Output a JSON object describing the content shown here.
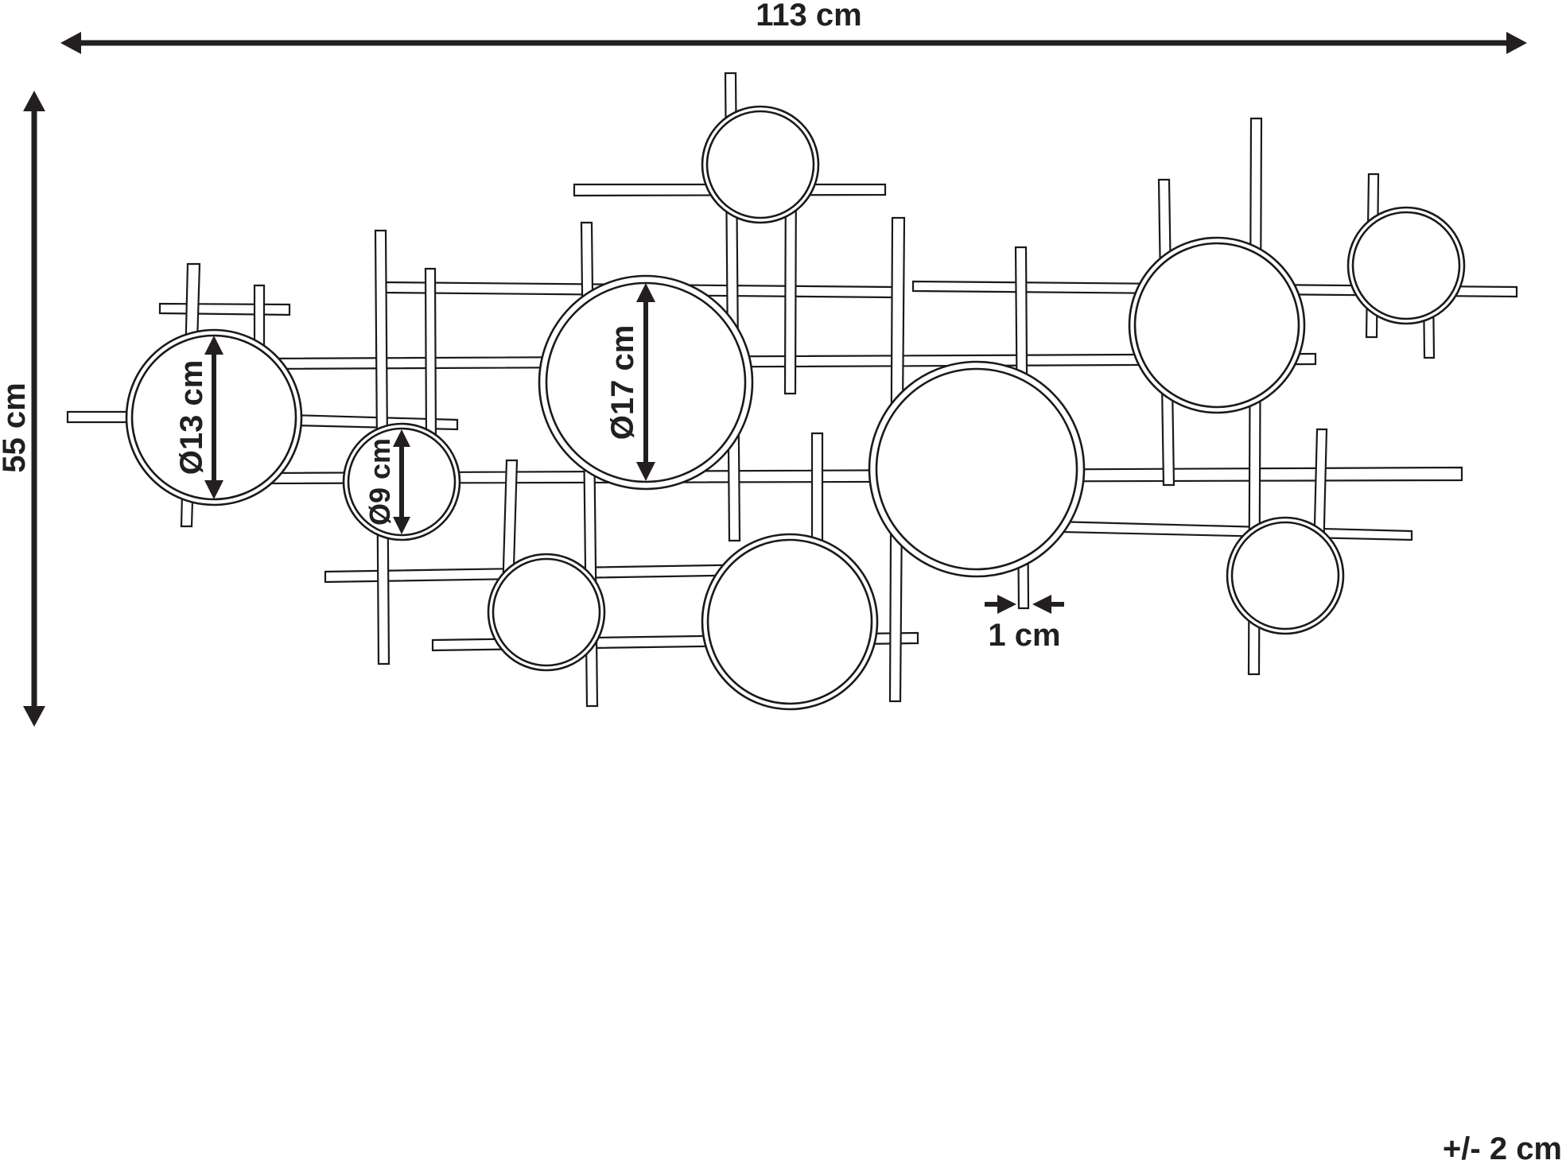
{
  "dimensions": {
    "width_label": "113 cm",
    "height_label": "55 cm",
    "diameter_large": "Ø17 cm",
    "diameter_medium": "Ø13 cm",
    "diameter_small": "Ø9 cm",
    "rod_thickness": "1 cm",
    "tolerance": "+/- 2 cm"
  },
  "colors": {
    "line": "#1a1a1a",
    "dimension": "#231f20",
    "background": "#ffffff"
  }
}
